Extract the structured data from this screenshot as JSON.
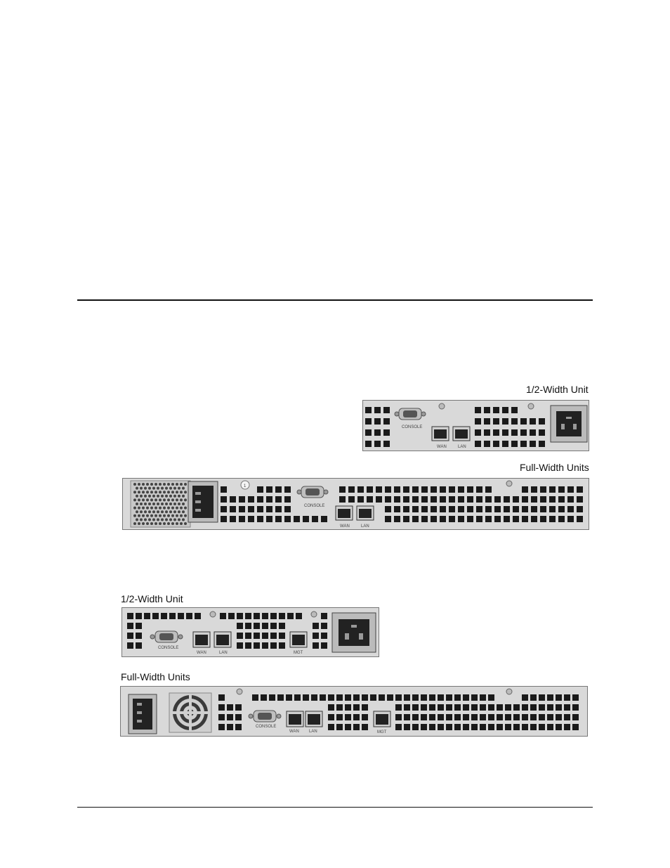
{
  "figure_top": {
    "half_caption": "1/2-Width Unit",
    "full_caption": "Full-Width Units",
    "half_panel": {
      "console": "CONSOLE",
      "wan": "WAN",
      "lan": "LAN"
    },
    "full_panel": {
      "console": "CONSOLE",
      "wan": "WAN",
      "lan": "LAN",
      "marker": "1"
    }
  },
  "figure_bottom": {
    "half_caption": "1/2-Width Unit",
    "full_caption": "Full-Width Units",
    "half_panel": {
      "console": "CONSOLE",
      "wan": "WAN",
      "lan": "LAN",
      "mgt": "MGT"
    },
    "full_panel": {
      "console": "CONSOLE",
      "wan": "WAN",
      "lan": "LAN",
      "mgt": "MGT"
    }
  },
  "colors": {
    "chassis": "#d9d9d9",
    "vent": "#1a1a1a",
    "text": "#111111"
  },
  "icons": [
    "power-inlet-icon",
    "serial-console-port-icon",
    "rj45-port-icon",
    "fan-grille-icon",
    "screw-icon"
  ]
}
